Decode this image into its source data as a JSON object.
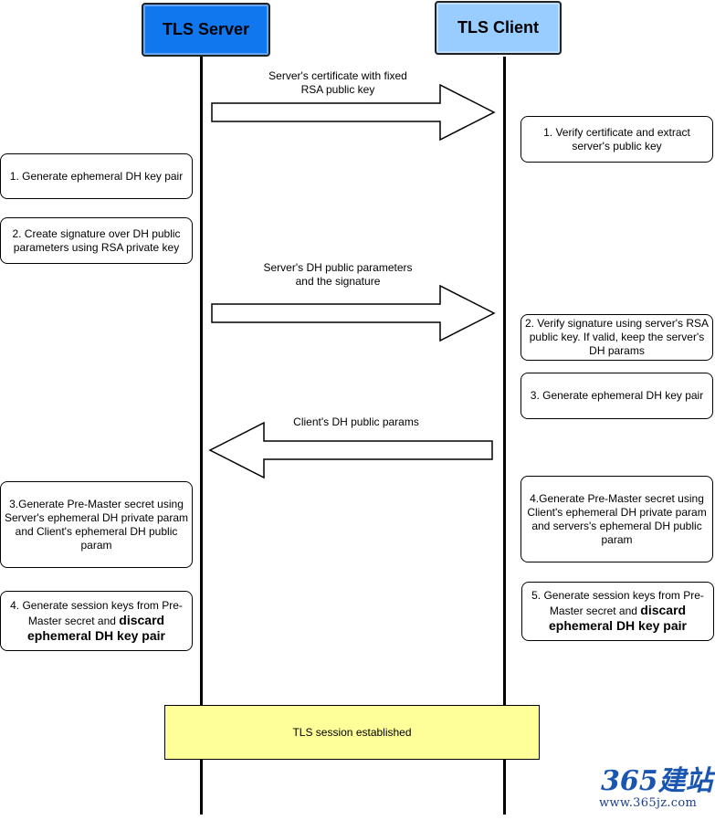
{
  "actors": {
    "server": {
      "label": "TLS Server",
      "color": "#1177ee"
    },
    "client": {
      "label": "TLS Client",
      "color": "#99ccff"
    }
  },
  "messages": [
    {
      "label": "Server's certificate with fixed\nRSA public key",
      "direction": "server-to-client"
    },
    {
      "label": "Server's DH public parameters\nand the signature",
      "direction": "server-to-client"
    },
    {
      "label": "Client's DH public params",
      "direction": "client-to-server"
    }
  ],
  "server_notes": [
    {
      "text": "1. Generate ephemeral DH key pair"
    },
    {
      "text": "2. Create signature over DH public parameters using RSA private key"
    },
    {
      "text": "3.Generate Pre-Master secret using Server's ephemeral DH private param and Client's ephemeral DH public param"
    },
    {
      "text_before": "4. Generate session keys from Pre-Master secret and ",
      "bold": "discard ephemeral DH key pair"
    }
  ],
  "client_notes": [
    {
      "text": "1. Verify certificate and extract server's public key"
    },
    {
      "text": "2. Verify signature using server's RSA public key. If valid, keep the server's DH params"
    },
    {
      "text": "3. Generate ephemeral DH key pair"
    },
    {
      "text": "4.Generate Pre-Master secret using Client's ephemeral DH private param and servers's ephemeral DH public param"
    },
    {
      "text_before": "5. Generate session keys from Pre-Master secret and ",
      "bold": "discard ephemeral DH key pair"
    }
  ],
  "banner": {
    "text": "TLS session established",
    "color": "#ffff99"
  },
  "watermark": {
    "logo": "365建站",
    "url": "www.365jz.com"
  }
}
